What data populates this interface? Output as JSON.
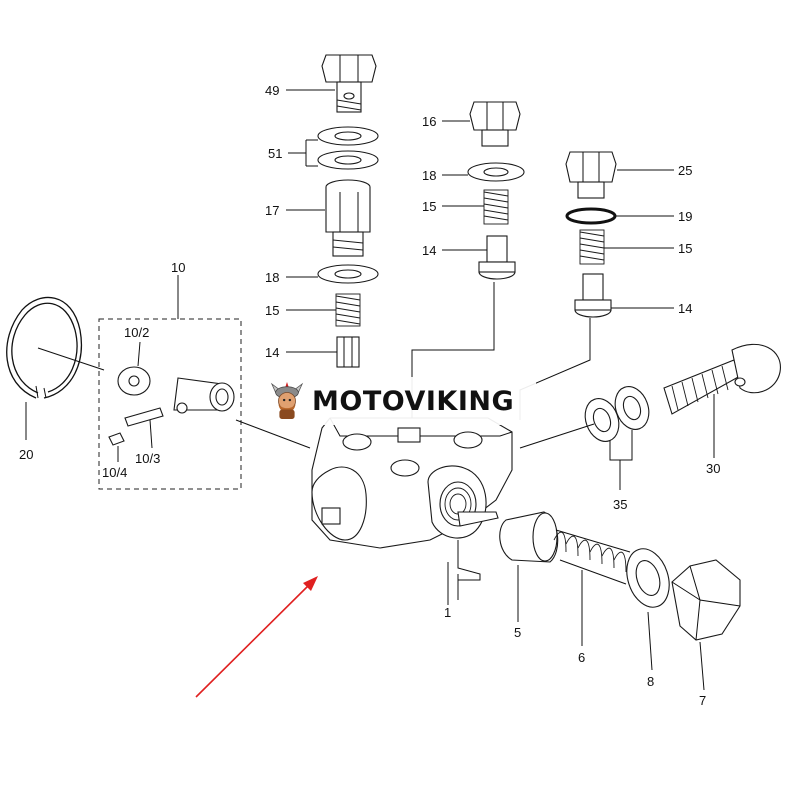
{
  "watermark": {
    "brand": "MOTOVIKING",
    "logo_icon": "viking-mascot-icon"
  },
  "callouts": {
    "p49": "49",
    "p51": "51",
    "p17": "17",
    "p18a": "18",
    "p15a": "15",
    "p14a": "14",
    "p16": "16",
    "p18b": "18",
    "p15b": "15",
    "p14b": "14",
    "p25": "25",
    "p19": "19",
    "p15c": "15",
    "p14c": "14",
    "p10": "10",
    "p10_2": "10/2",
    "p10_3": "10/3",
    "p10_4": "10/4",
    "p20": "20",
    "p30": "30",
    "p35": "35",
    "p1": "1",
    "p5": "5",
    "p6": "6",
    "p8": "8",
    "p7": "7"
  },
  "colors": {
    "arrow": "#e02020",
    "line": "#111111"
  }
}
